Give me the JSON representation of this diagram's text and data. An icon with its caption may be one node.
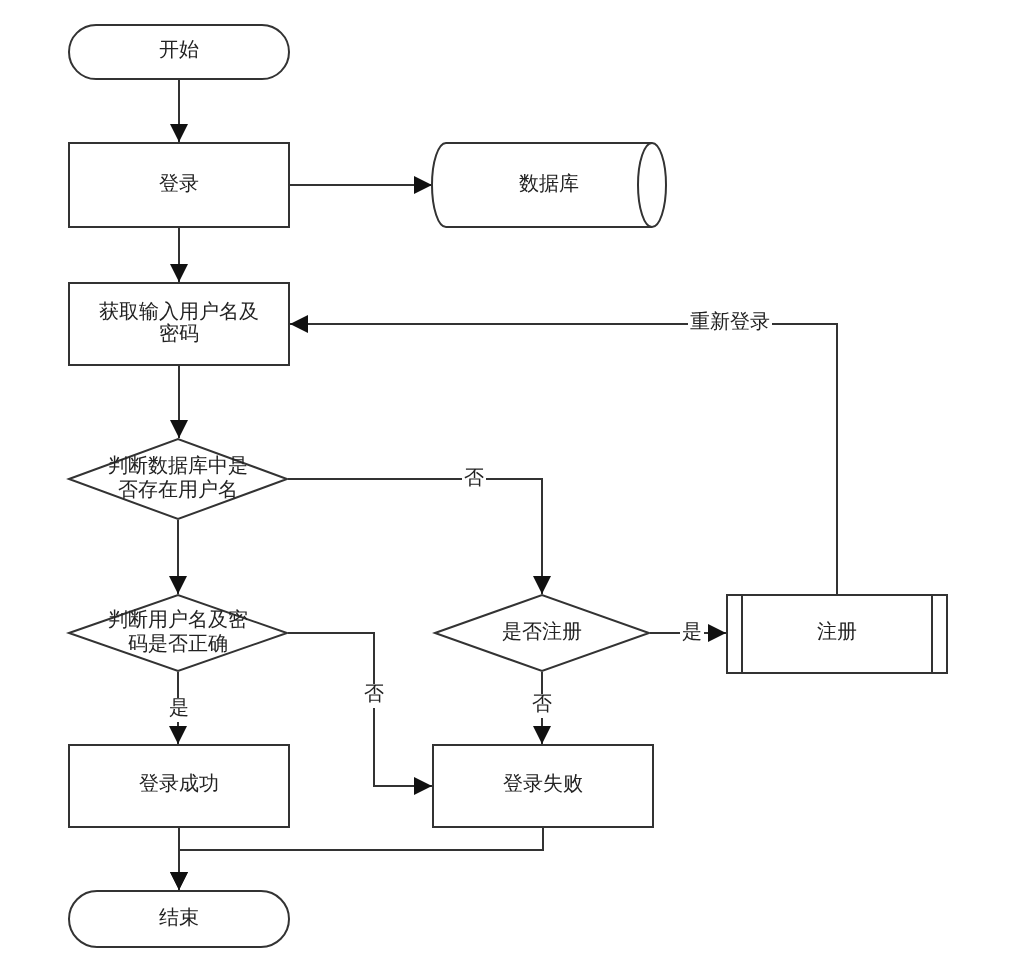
{
  "diagram": {
    "nodes": [
      {
        "text": [
          "开始"
        ]
      },
      {
        "text": [
          "登录"
        ]
      },
      {
        "text": [
          "数据库"
        ]
      },
      {
        "text": [
          "获取输入用户名及密码"
        ]
      },
      {
        "text": [
          "判断数据库中是否存在用户名"
        ]
      },
      {
        "text": [
          "判断用户名及密码是否正确"
        ]
      },
      {
        "text": [
          "是否注册"
        ]
      },
      {
        "text": [
          "注册"
        ]
      },
      {
        "text": [
          "登录成功"
        ]
      },
      {
        "text": [
          "登录失败"
        ]
      },
      {
        "text": [
          "结束"
        ]
      }
    ],
    "edges": [
      {
        "from": 0,
        "to": 1,
        "arrow": "to"
      },
      {
        "from": 1,
        "to": 2,
        "arrow": "to"
      },
      {
        "from": 1,
        "to": 3,
        "arrow": "to"
      },
      {
        "from": 3,
        "to": 4,
        "arrow": "to"
      },
      {
        "from": 4,
        "to": 5,
        "arrow": "to"
      },
      {
        "from": 4,
        "to": 6,
        "arrow": "to",
        "label": "否"
      },
      {
        "from": 6,
        "to": 7,
        "arrow": "to",
        "label": "是"
      },
      {
        "from": 6,
        "to": 9,
        "arrow": "to",
        "label": "否"
      },
      {
        "from": 5,
        "to": 8,
        "arrow": "to",
        "label": "是"
      },
      {
        "from": 5,
        "to": 9,
        "arrow": "to",
        "label": "否"
      },
      {
        "from": 7,
        "to": 3,
        "arrow": "to",
        "label": "重新登录"
      },
      {
        "from": 8,
        "to": 10,
        "arrow": "to"
      },
      {
        "from": 9,
        "to": 10,
        "arrow": "to"
      }
    ]
  }
}
